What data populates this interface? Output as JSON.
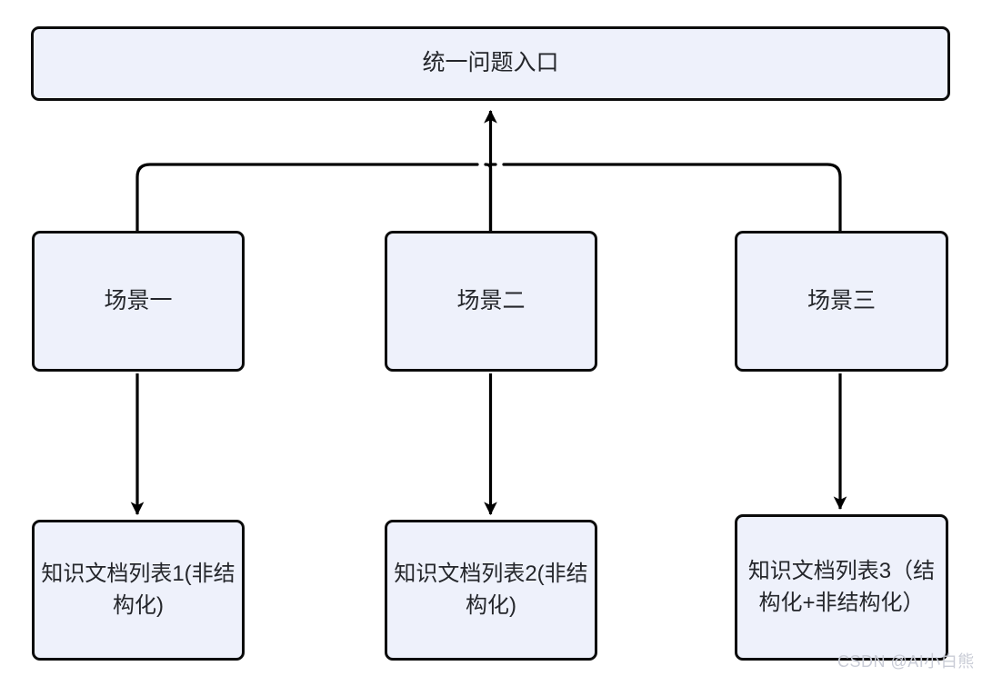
{
  "diagram": {
    "type": "flowchart",
    "direction": "bottom-to-top-merge",
    "theme": {
      "node_fill": "#eef1fb",
      "node_stroke": "#0b0b0b",
      "edge_color": "#000000",
      "text_color": "#24262b",
      "background": "#ffffff",
      "watermark_color": "#c9ccd6"
    },
    "nodes": {
      "root": {
        "label": "统一问题入口"
      },
      "scenes": [
        {
          "label": "场景一"
        },
        {
          "label": "场景二"
        },
        {
          "label": "场景三"
        }
      ],
      "documents": [
        {
          "label": "知识文档列表1(非结构化)"
        },
        {
          "label": "知识文档列表2(非结构化)"
        },
        {
          "label": "知识文档列表3（结构化+非结构化）"
        }
      ]
    },
    "edges": [
      {
        "from": "scene-1",
        "to": "root",
        "style": "elbow-merge"
      },
      {
        "from": "scene-2",
        "to": "root",
        "style": "straight-arrow"
      },
      {
        "from": "scene-3",
        "to": "root",
        "style": "elbow-merge"
      },
      {
        "from": "scene-1",
        "to": "doc-1",
        "style": "straight-arrow"
      },
      {
        "from": "scene-2",
        "to": "doc-2",
        "style": "straight-arrow"
      },
      {
        "from": "scene-3",
        "to": "doc-3",
        "style": "straight-arrow"
      }
    ]
  },
  "watermark": {
    "text": "CSDN @AI小白熊"
  }
}
